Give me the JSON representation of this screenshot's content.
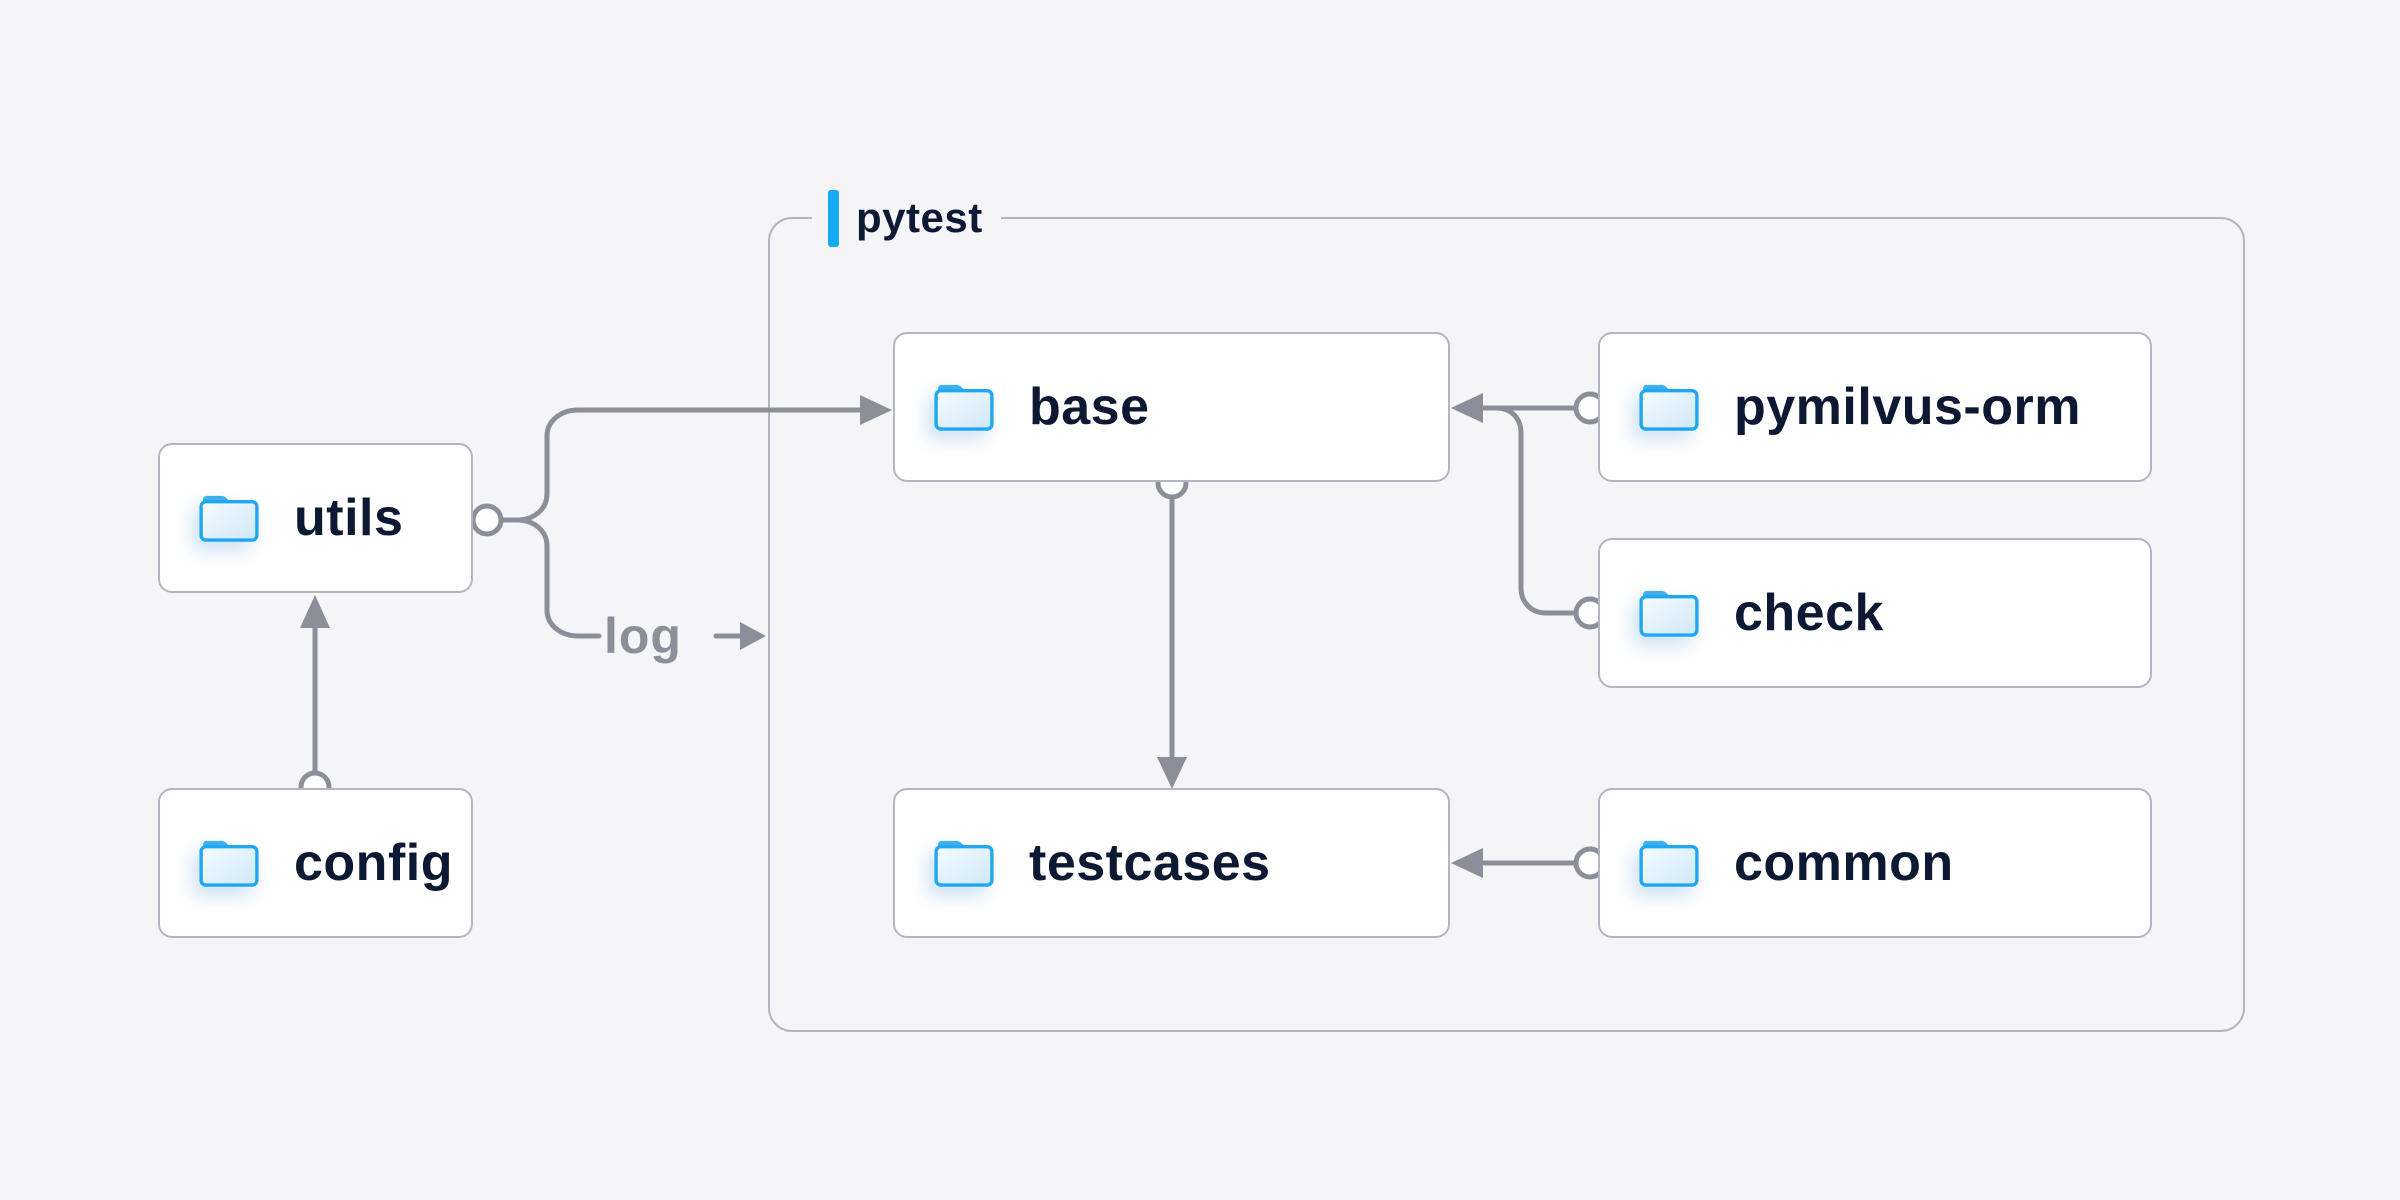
{
  "diagram": {
    "container": {
      "label": "pytest"
    },
    "nodes": [
      {
        "id": "utils",
        "label": "utils"
      },
      {
        "id": "config",
        "label": "config"
      },
      {
        "id": "base",
        "label": "base"
      },
      {
        "id": "pymilvus-orm",
        "label": "pymilvus-orm"
      },
      {
        "id": "check",
        "label": "check"
      },
      {
        "id": "testcases",
        "label": "testcases"
      },
      {
        "id": "common",
        "label": "common"
      }
    ],
    "edges": [
      {
        "from": "config",
        "to": "utils",
        "label": ""
      },
      {
        "from": "utils",
        "to": "base",
        "label": ""
      },
      {
        "from": "utils",
        "to": "pytest",
        "label": "log"
      },
      {
        "from": "pymilvus-orm",
        "to": "base",
        "label": ""
      },
      {
        "from": "check",
        "to": "base",
        "label": ""
      },
      {
        "from": "base",
        "to": "testcases",
        "label": ""
      },
      {
        "from": "common",
        "to": "testcases",
        "label": ""
      }
    ]
  },
  "icons": {
    "node_icon": "folder-icon"
  },
  "colors": {
    "bg": "#f5f5f7",
    "node-bg": "#ffffff",
    "border": "#b3b6c2",
    "line": "#8b8f99",
    "text": "#0d1933",
    "accent": "#16aaf2",
    "muted": "#8b8f99",
    "folder-stroke": "#1fa7f0",
    "folder-tab": "#41b1ee"
  }
}
